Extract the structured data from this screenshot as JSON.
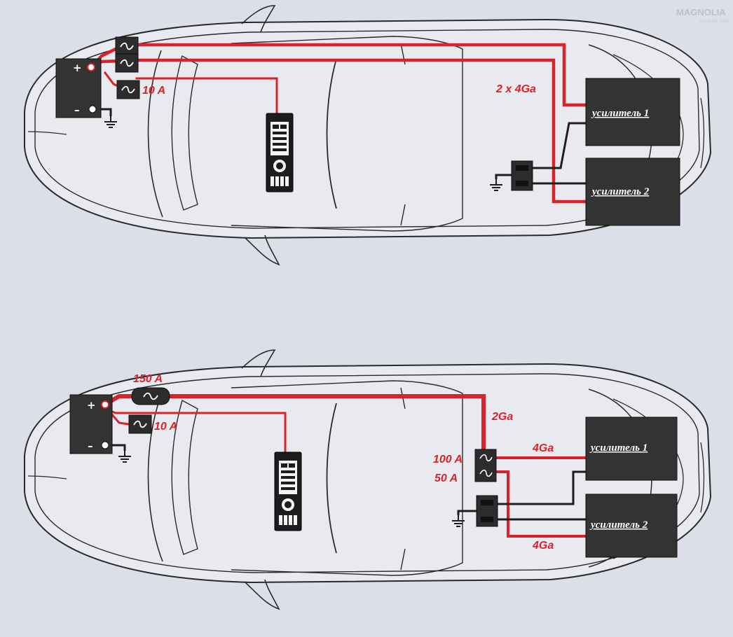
{
  "watermark": {
    "brand": "MAGNOLIA",
    "sub": "Car audio Team"
  },
  "diagram_top": {
    "battery": {
      "plus": "+",
      "minus": "–"
    },
    "fuse_head_label": "10 A",
    "cable_label": "2 x 4Ga",
    "amp1_label": "усилитель 1",
    "amp2_label": "усилитель 2"
  },
  "diagram_bottom": {
    "battery": {
      "plus": "+",
      "minus": "–"
    },
    "main_fuse_label": "150 A",
    "fuse_head_label": "10 A",
    "main_cable_label": "2Ga",
    "dist_fuse1_label": "100 A",
    "dist_fuse2_label": "50 A",
    "amp1_cable_label": "4Ga",
    "amp2_cable_label": "4Ga",
    "amp1_label": "усилитель 1",
    "amp2_label": "усилитель 2"
  },
  "colors": {
    "power_wire": "#d8232a",
    "ground_wire": "#1e1e1e",
    "device": "#333333",
    "car_outline": "#2a2a2a"
  },
  "icons": [
    "car-outline",
    "battery-icon",
    "fuse-icon",
    "head-unit-icon",
    "ground-icon",
    "distribution-block-icon",
    "amplifier-icon"
  ]
}
